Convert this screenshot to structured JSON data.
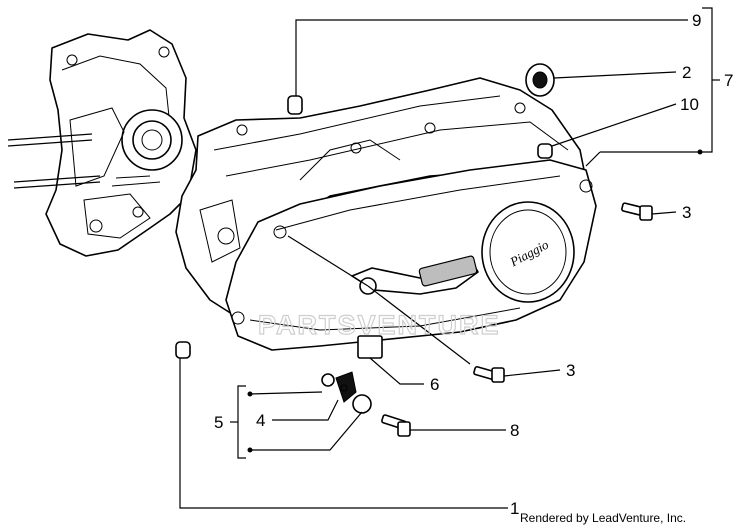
{
  "diagram": {
    "callouts": {
      "c1": "1",
      "c2": "2",
      "c3a": "3",
      "c3b": "3",
      "c4": "4",
      "c5": "5",
      "c6": "6",
      "c7": "7",
      "c8": "8",
      "c9": "9",
      "c10": "10"
    },
    "watermark": "PARTSVENTURE",
    "cover_brand": "Piaggio",
    "credit": "Rendered by LeadVenture, Inc."
  }
}
